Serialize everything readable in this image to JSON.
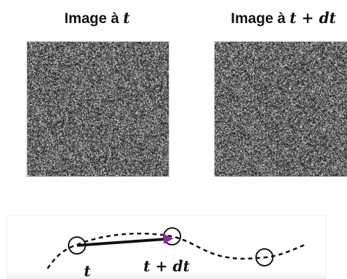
{
  "frames": {
    "left": {
      "title_prefix": "Image à ",
      "title_math": "t"
    },
    "right": {
      "title_prefix": "Image à ",
      "title_math": "t + dt"
    }
  },
  "trajectory": {
    "label_t": "t",
    "label_t_dt": "t + dt"
  },
  "colors": {
    "arrow_head": "#8b2fa0",
    "curve": "#111111",
    "frame_border": "#b8b8b8",
    "noise_dark": "#1e1e1e",
    "noise_light": "#e6e6e6"
  }
}
